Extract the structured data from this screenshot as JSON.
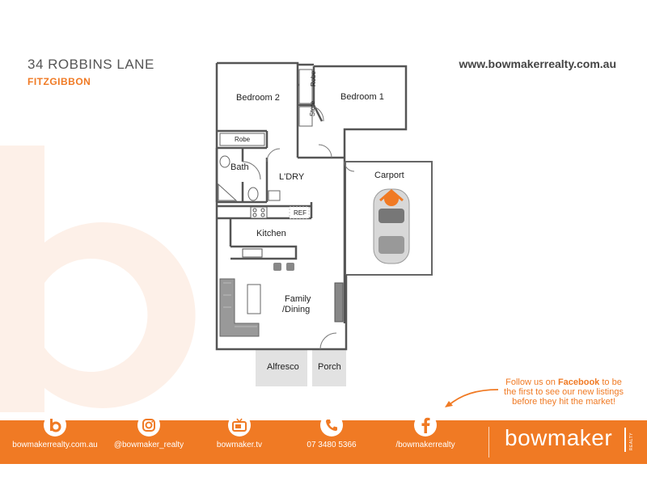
{
  "listing": {
    "street": "34 ROBBINS LANE",
    "suburb": "FITZGIBBON",
    "website": "www.bowmakerrealty.com.au"
  },
  "rooms": {
    "bedroom2": "Bedroom 2",
    "bedroom1": "Bedroom 1",
    "robe_vertical": "Robe",
    "store": "Store",
    "robe_horizontal": "Robe",
    "bath": "Bath",
    "laundry": "L'DRY",
    "carport": "Carport",
    "kitchen": "Kitchen",
    "fridge": "REF",
    "family_line1": "Family",
    "family_line2": "/Dining",
    "alfresco": "Alfresco",
    "porch": "Porch"
  },
  "promo": {
    "line1_prefix": "Follow us on ",
    "line1_bold": "Facebook",
    "line1_suffix": " to be",
    "line2": "the first to see our new listings",
    "line3": "before they hit the market!"
  },
  "footer": {
    "items": [
      {
        "icon": "bowmaker-logo-icon",
        "label": "bowmakerrealty.com.au"
      },
      {
        "icon": "instagram-icon",
        "label": "@bowmaker_realty"
      },
      {
        "icon": "tv-icon",
        "label": "bowmaker.tv"
      },
      {
        "icon": "phone-icon",
        "label": "07 3480 5366"
      },
      {
        "icon": "facebook-icon",
        "label": "/bowmakerrealty"
      }
    ],
    "brand": "bowmaker",
    "brand_sub": "REALTY"
  },
  "colors": {
    "accent": "#f07a24",
    "wall": "#555555",
    "outdoor": "#e0e0e0"
  }
}
